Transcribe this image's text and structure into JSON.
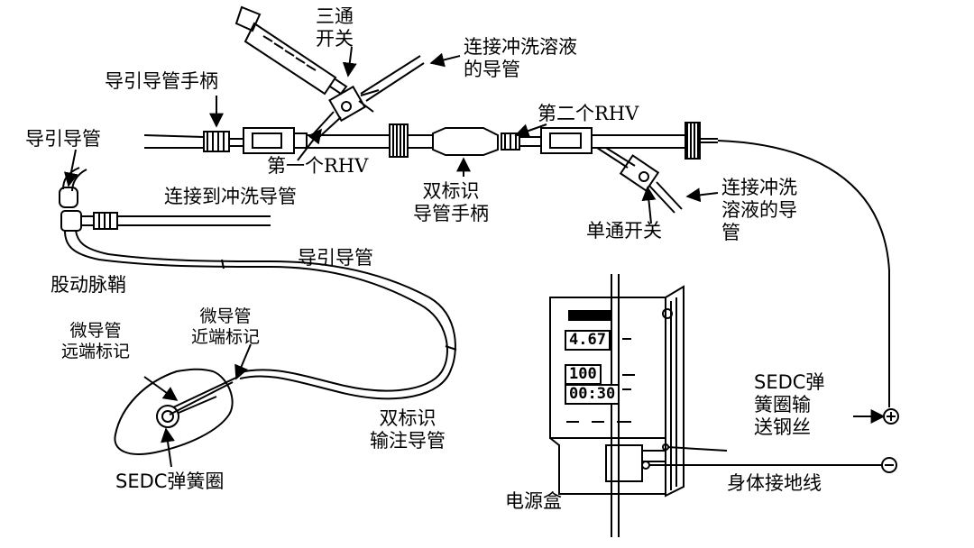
{
  "labels": {
    "three_way_stopcock": [
      "三通",
      "开关"
    ],
    "flush_line_top": [
      "连接冲洗溶液",
      "的导管"
    ],
    "guide_catheter_handle": "导引导管手柄",
    "guide_catheter_left": "导引导管",
    "first_rhv": "第一个RHV",
    "second_rhv": "第二个RHV",
    "connect_flush_catheter": "连接到冲洗导管",
    "dual_marker_handle": [
      "双标识",
      "导管手柄"
    ],
    "single_stopcock": "单通开关",
    "flush_line_right": [
      "连接冲洗",
      "溶液的导",
      "管"
    ],
    "guide_catheter_mid": "导引导管",
    "femoral_sheath": "股动脉鞘",
    "micro_distal": [
      "微导管",
      "远端标记"
    ],
    "micro_proximal": [
      "微导管",
      "近端标记"
    ],
    "dual_marker_infusion": [
      "双标识",
      "输注导管"
    ],
    "sedc_coil": "SEDC弹簧圈",
    "sedc_wire": [
      "SEDC弹",
      "簧圈输",
      "送钢丝"
    ],
    "body_ground": "身体接地线",
    "power_box": "电源盒"
  },
  "power_box": {
    "display_1": "4.67",
    "display_2": "100",
    "display_3": "00:30"
  },
  "symbols": {
    "plus": "+",
    "minus": "-"
  },
  "icons": [
    "arrow-icon",
    "plus-terminal-icon",
    "minus-terminal-icon"
  ]
}
